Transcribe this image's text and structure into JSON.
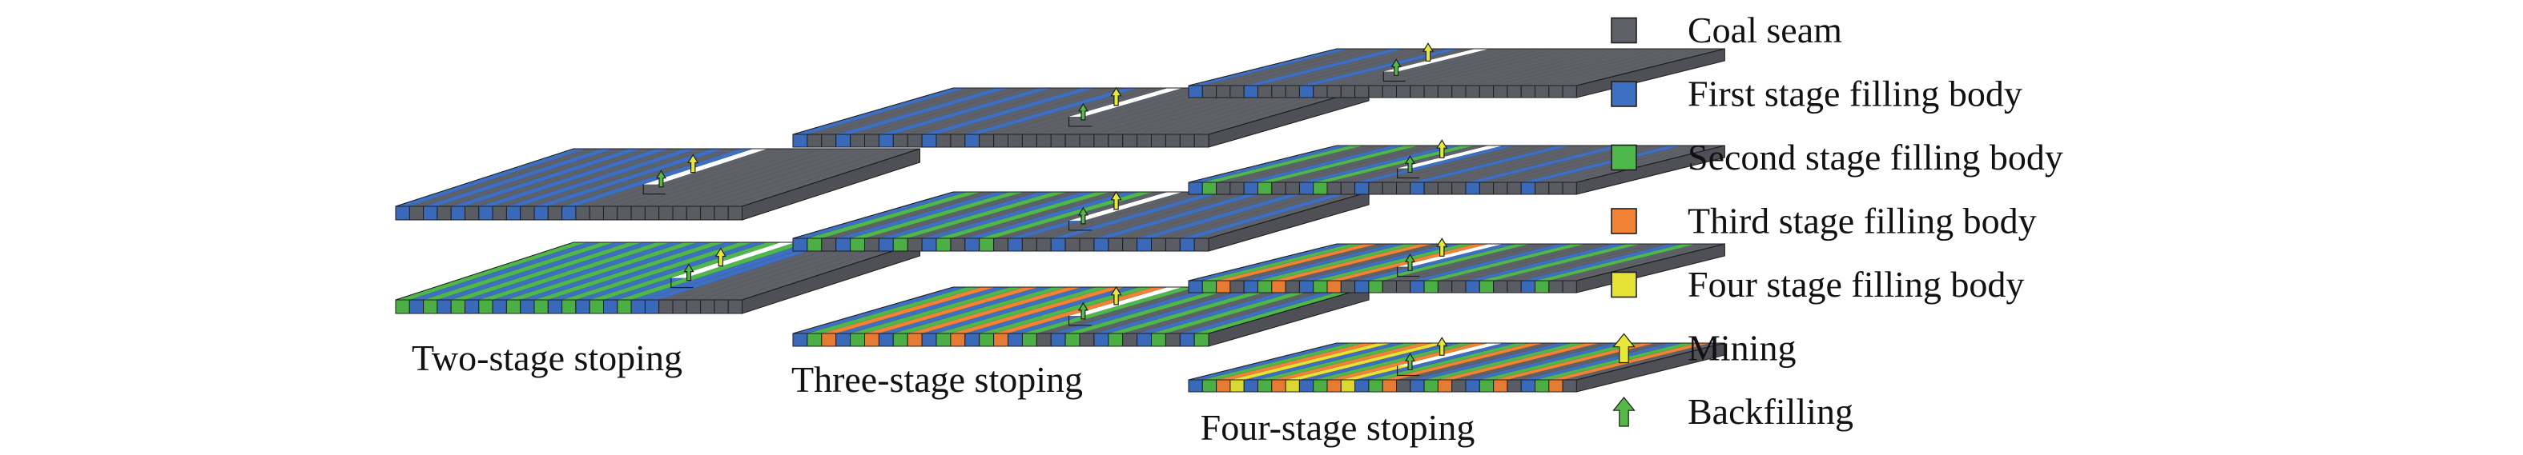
{
  "colors": {
    "coal": "#5f6168",
    "first": "#3d6fc3",
    "second": "#4fb84a",
    "third": "#f28236",
    "fourth": "#e6e336",
    "mining_arrow": "#e8e83a",
    "backfill_arrow": "#56b848",
    "outline": "#1e1e1e"
  },
  "legend": [
    {
      "key": "coal",
      "label": "Coal seam",
      "kind": "square",
      "icon": "square-icon"
    },
    {
      "key": "first",
      "label": "First stage filling body",
      "kind": "square",
      "icon": "square-icon"
    },
    {
      "key": "second",
      "label": "Second stage filling body",
      "kind": "square",
      "icon": "square-icon"
    },
    {
      "key": "third",
      "label": "Third stage filling body",
      "kind": "square",
      "icon": "square-icon"
    },
    {
      "key": "fourth",
      "label": "Four stage filling body",
      "kind": "square",
      "icon": "square-icon"
    },
    {
      "key": "mining_arrow",
      "label": "Mining",
      "kind": "arrow",
      "icon": "arrow-up-icon"
    },
    {
      "key": "backfill_arrow",
      "label": "Backfilling",
      "kind": "arrow",
      "icon": "arrow-up-icon"
    }
  ],
  "groups": [
    {
      "caption": "Two-stage stoping",
      "slabs": [
        {
          "top": [
            "first",
            "coal",
            "first",
            "coal",
            "first",
            "coal",
            "first",
            "coal",
            "first",
            "coal",
            "first",
            "coal",
            "first",
            "coal",
            "coal",
            "coal",
            "coal",
            "coal",
            "coal",
            "coal",
            "coal",
            "coal",
            "coal",
            "coal",
            "coal"
          ],
          "gap": 13
        },
        {
          "top": [
            "second",
            "first",
            "second",
            "first",
            "second",
            "first",
            "second",
            "first",
            "second",
            "first",
            "second",
            "first",
            "second",
            "first",
            "second",
            "first",
            "second",
            "first",
            "first",
            "coal",
            "coal",
            "coal",
            "coal",
            "coal",
            "coal"
          ],
          "gap": 15
        }
      ]
    },
    {
      "caption": "Three-stage stoping",
      "slabs": [
        {
          "top": [
            "first",
            "coal",
            "coal",
            "first",
            "coal",
            "coal",
            "first",
            "coal",
            "coal",
            "first",
            "coal",
            "coal",
            "first",
            "coal",
            "coal",
            "coal",
            "coal",
            "coal",
            "coal",
            "coal",
            "coal",
            "coal",
            "coal",
            "coal",
            "coal",
            "coal",
            "coal",
            "coal",
            "coal"
          ],
          "gap": 15
        },
        {
          "top": [
            "first",
            "second",
            "coal",
            "first",
            "second",
            "coal",
            "first",
            "second",
            "coal",
            "first",
            "second",
            "coal",
            "first",
            "second",
            "coal",
            "first",
            "coal",
            "coal",
            "first",
            "coal",
            "coal",
            "first",
            "coal",
            "coal",
            "first",
            "coal",
            "coal",
            "first",
            "coal"
          ],
          "gap": 15
        },
        {
          "top": [
            "first",
            "second",
            "third",
            "first",
            "second",
            "third",
            "first",
            "second",
            "third",
            "first",
            "second",
            "third",
            "first",
            "second",
            "third",
            "first",
            "second",
            "coal",
            "first",
            "second",
            "coal",
            "first",
            "second",
            "coal",
            "first",
            "second",
            "coal",
            "first",
            "second"
          ],
          "gap": 15
        }
      ]
    },
    {
      "caption": "Four-stage stoping",
      "slabs": [
        {
          "top": [
            "first",
            "coal",
            "coal",
            "coal",
            "first",
            "coal",
            "coal",
            "coal",
            "first",
            "coal",
            "coal",
            "coal",
            "coal",
            "coal",
            "coal",
            "coal",
            "coal",
            "coal",
            "coal",
            "coal",
            "coal",
            "coal",
            "coal",
            "coal",
            "coal",
            "coal",
            "coal",
            "coal"
          ],
          "gap": 10
        },
        {
          "top": [
            "first",
            "second",
            "coal",
            "coal",
            "first",
            "second",
            "coal",
            "coal",
            "first",
            "second",
            "coal",
            "coal",
            "first",
            "coal",
            "coal",
            "coal",
            "first",
            "coal",
            "coal",
            "coal",
            "first",
            "coal",
            "coal",
            "coal",
            "first",
            "coal",
            "coal",
            "coal"
          ],
          "gap": 11
        },
        {
          "top": [
            "first",
            "second",
            "third",
            "coal",
            "first",
            "second",
            "third",
            "coal",
            "first",
            "second",
            "third",
            "coal",
            "first",
            "second",
            "coal",
            "coal",
            "first",
            "second",
            "coal",
            "coal",
            "first",
            "second",
            "coal",
            "coal",
            "first",
            "second",
            "coal",
            "coal"
          ],
          "gap": 11
        },
        {
          "top": [
            "first",
            "second",
            "third",
            "fourth",
            "first",
            "second",
            "third",
            "fourth",
            "first",
            "second",
            "third",
            "fourth",
            "first",
            "second",
            "third",
            "coal",
            "first",
            "second",
            "third",
            "coal",
            "first",
            "second",
            "third",
            "coal",
            "first",
            "second",
            "third",
            "coal"
          ],
          "gap": 11
        }
      ]
    }
  ]
}
